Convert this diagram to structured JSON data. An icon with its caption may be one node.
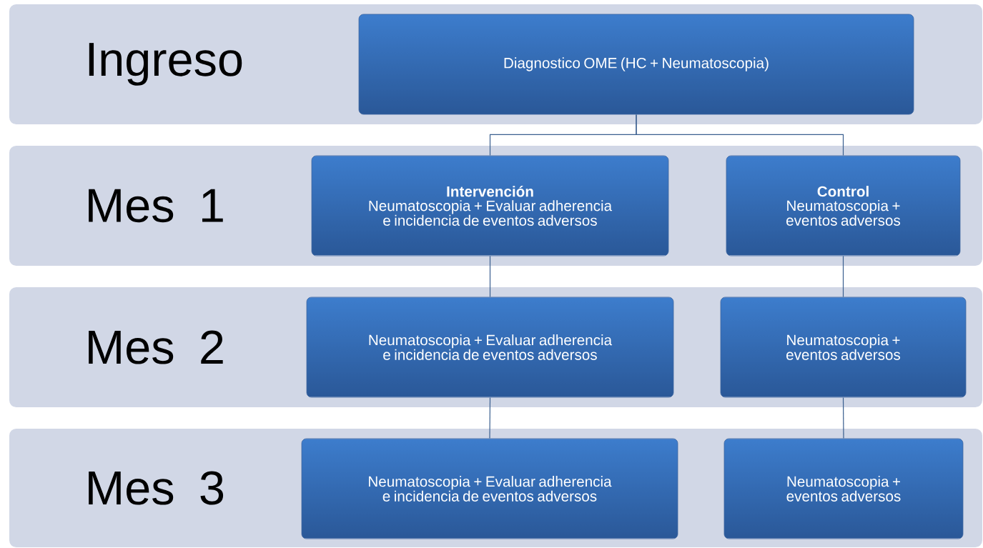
{
  "diagram": {
    "nodes": [
      {
        "text": [
          "Ingreso"
        ]
      },
      {
        "text": [
          "Diagnostico OME (HC + Neumatoscopia)"
        ],
        "in": 0
      },
      {
        "text": [
          "Mes 1"
        ]
      },
      {
        "text": [
          "Intervención",
          "Neumatoscopia + Evaluar adherencia e incidencia de eventos adversos"
        ],
        "in": 2
      },
      {
        "text": [
          "Control",
          "Neumatoscopia + eventos adversos"
        ],
        "in": 2
      },
      {
        "text": [
          "Mes 2"
        ]
      },
      {
        "text": [
          "Neumatoscopia + Evaluar adherencia e incidencia de eventos adversos"
        ],
        "in": 5
      },
      {
        "text": [
          "Neumatoscopia + eventos adversos"
        ],
        "in": 5
      },
      {
        "text": [
          "Mes 3"
        ]
      },
      {
        "text": [
          "Neumatoscopia + Evaluar adherencia e incidencia de eventos adversos"
        ],
        "in": 8
      },
      {
        "text": [
          "Neumatoscopia + eventos adversos"
        ],
        "in": 8
      }
    ],
    "edges": [
      {
        "from": 1,
        "to": 3,
        "arrow": "none"
      },
      {
        "from": 1,
        "to": 4,
        "arrow": "none"
      },
      {
        "from": 3,
        "to": 6,
        "arrow": "none"
      },
      {
        "from": 6,
        "to": 9,
        "arrow": "none"
      },
      {
        "from": 4,
        "to": 7,
        "arrow": "none"
      },
      {
        "from": 7,
        "to": 10,
        "arrow": "none"
      }
    ]
  }
}
